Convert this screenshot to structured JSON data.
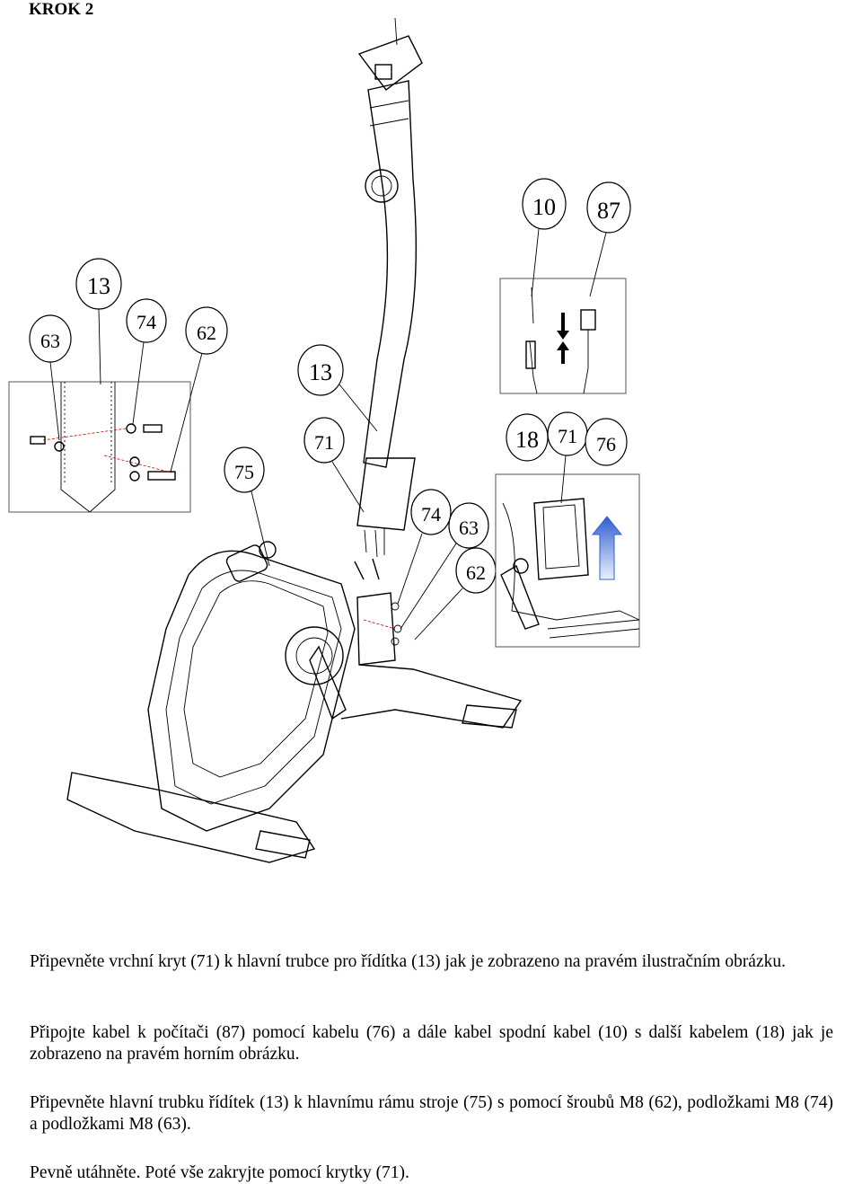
{
  "heading": "KROK 2",
  "callouts": {
    "left_box": {
      "c63": "63",
      "c13": "13",
      "c74": "74",
      "c62": "62"
    },
    "main": {
      "c13": "13",
      "c75": "75",
      "c71": "71",
      "c74": "74",
      "c63": "63",
      "c62": "62"
    },
    "right_top": {
      "c10": "10",
      "c87": "87"
    },
    "right_mid": {
      "c18": "18",
      "c71": "71",
      "c76": "76"
    }
  },
  "paragraphs": [
    "Připevněte vrchní kryt (71) k hlavní trubce pro řídítka (13) jak je zobrazeno na pravém ilustračním obrázku.",
    "Připojte kabel k počítači (87) pomocí kabelu (76) a dále kabel spodní kabel (10) s další kabelem (18) jak je zobrazeno na pravém horním obrázku.",
    "Připevněte hlavní trubku řídítek (13) k hlavnímu rámu stroje (75) s pomocí šroubů M8 (62), podložkami M8 (74) a podložkami M8 (63).",
    "Pevně utáhněte. Poté vše zakryjte pomocí krytky (71)."
  ],
  "colors": {
    "arrow_blue": "#2f5fd0"
  }
}
